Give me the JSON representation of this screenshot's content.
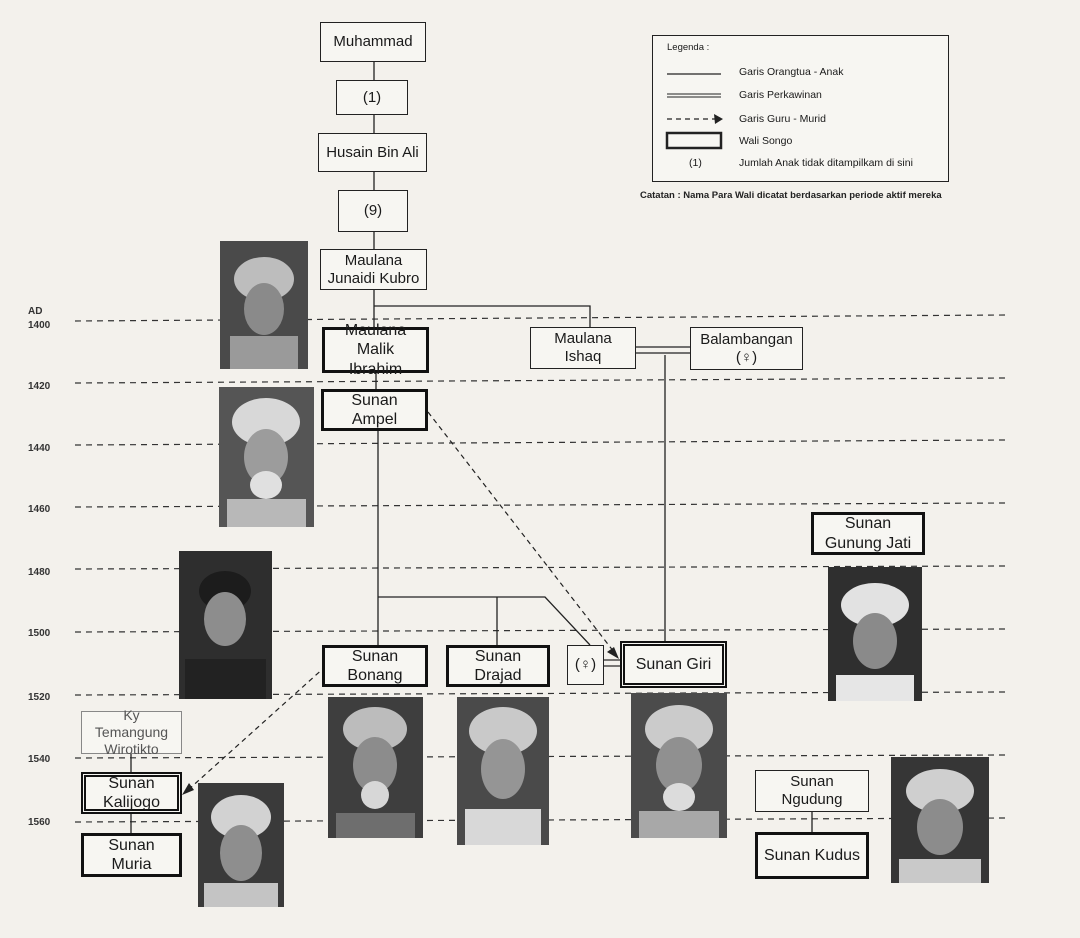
{
  "timeline": {
    "unit_label": "AD",
    "years": [
      "1400",
      "1420",
      "1440",
      "1460",
      "1480",
      "1500",
      "1520",
      "1540",
      "1560"
    ]
  },
  "nodes": {
    "muhammad": "Muhammad",
    "gen1": "(1)",
    "husain": "Husain Bin Ali",
    "gen9": "(9)",
    "junaidi": "Maulana\nJunaidi Kubro",
    "malik_ibrahim": "Maulana\nMalik Ibrahim",
    "ishaq": "Maulana Ishaq",
    "balambangan": "Balambangan\n(♀)",
    "ampel": "Sunan Ampel",
    "gunung_jati": "Sunan\nGunung Jati",
    "bonang": "Sunan Bonang",
    "drajad": "Sunan Drajad",
    "female": "(♀)",
    "giri": "Sunan Giri",
    "temangung": "Ky Temangung\nWirotikto",
    "kalijogo": "Sunan Kalijogo",
    "muria": "Sunan Muria",
    "ngudung": "Sunan\nNgudung",
    "kudus": "Sunan Kudus"
  },
  "legend": {
    "title": "Legenda :",
    "parent_child": "Garis Orangtua - Anak",
    "marriage": "Garis Perkawinan",
    "teacher_student": "Garis Guru - Murid",
    "wali_songo": "Wali Songo",
    "count_symbol": "(1)",
    "count_note": "Jumlah Anak tidak ditampilkam di sini"
  },
  "note": "Catatan : Nama Para Wali dicatat berdasarkan periode aktif mereka",
  "colors": {
    "line": "#222222",
    "background": "#f3f1ec",
    "portrait_bg": "#3a3a3a"
  }
}
